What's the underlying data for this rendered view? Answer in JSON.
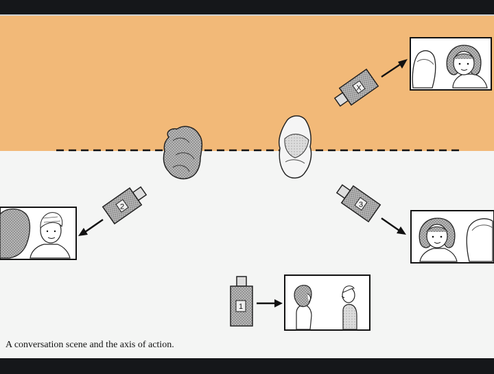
{
  "caption": "A conversation scene and the axis of action.",
  "cameras": [
    {
      "id": "camera-x",
      "label": "X"
    },
    {
      "id": "camera-2",
      "label": "2"
    },
    {
      "id": "camera-3",
      "label": "3"
    },
    {
      "id": "camera-1",
      "label": "1"
    }
  ],
  "colors": {
    "top_region": "#f2b978",
    "bottom_region": "#f4f5f4",
    "frame": "#15171a",
    "camera_fill": "#9a9a9a",
    "ink": "#111111"
  }
}
